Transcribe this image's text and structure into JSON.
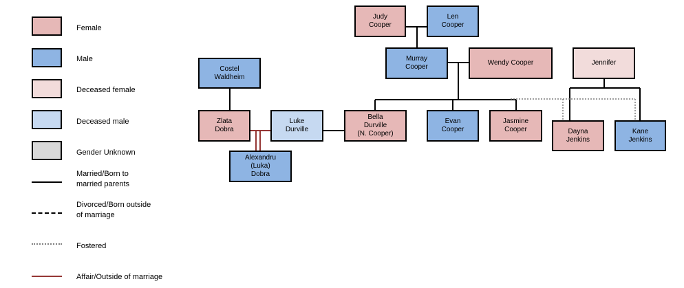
{
  "colors": {
    "female": "#e6b8b7",
    "male": "#8eb4e3",
    "deceased_female": "#f2dcdb",
    "deceased_male": "#c6d9f1",
    "unknown": "#d9d9d9",
    "married_line": "#000000",
    "fostered_line": "#7f7f7f",
    "affair_line": "#953735"
  },
  "legend": [
    {
      "key": "female",
      "label": "Female"
    },
    {
      "key": "male",
      "label": "Male"
    },
    {
      "key": "deceased_female",
      "label": "Deceased female"
    },
    {
      "key": "deceased_male",
      "label": "Deceased male"
    },
    {
      "key": "unknown",
      "label": "Gender Unknown"
    },
    {
      "key": "married",
      "label": "Married/Born to\nmarried parents"
    },
    {
      "key": "divorced",
      "label": "Divorced/Born outside\nof marriage"
    },
    {
      "key": "fostered",
      "label": "Fostered"
    },
    {
      "key": "affair",
      "label": "Affair/Outside of marriage"
    }
  ],
  "people": {
    "judy": {
      "name": "Judy\nCooper",
      "type": "female"
    },
    "len": {
      "name": "Len\nCooper",
      "type": "male"
    },
    "murray": {
      "name": "Murray\nCooper",
      "type": "male"
    },
    "wendy": {
      "name": "Wendy Cooper",
      "type": "female"
    },
    "jennifer": {
      "name": "Jennifer",
      "type": "deceased_female"
    },
    "costel": {
      "name": "Costel\nWaldheim",
      "type": "male"
    },
    "zlata": {
      "name": "Zlata\nDobra",
      "type": "female"
    },
    "luke": {
      "name": "Luke\nDurville",
      "type": "deceased_male"
    },
    "bella": {
      "name": "Bella\nDurville\n(N. Cooper)",
      "type": "female"
    },
    "evan": {
      "name": "Evan\nCooper",
      "type": "male"
    },
    "jasmine": {
      "name": "Jasmine\nCooper",
      "type": "female"
    },
    "dayna": {
      "name": "Dayna\nJenkins",
      "type": "female"
    },
    "kane": {
      "name": "Kane\nJenkins",
      "type": "male"
    },
    "alexandru": {
      "name": "Alexandru\n(Luka)\nDobra",
      "type": "male"
    }
  }
}
